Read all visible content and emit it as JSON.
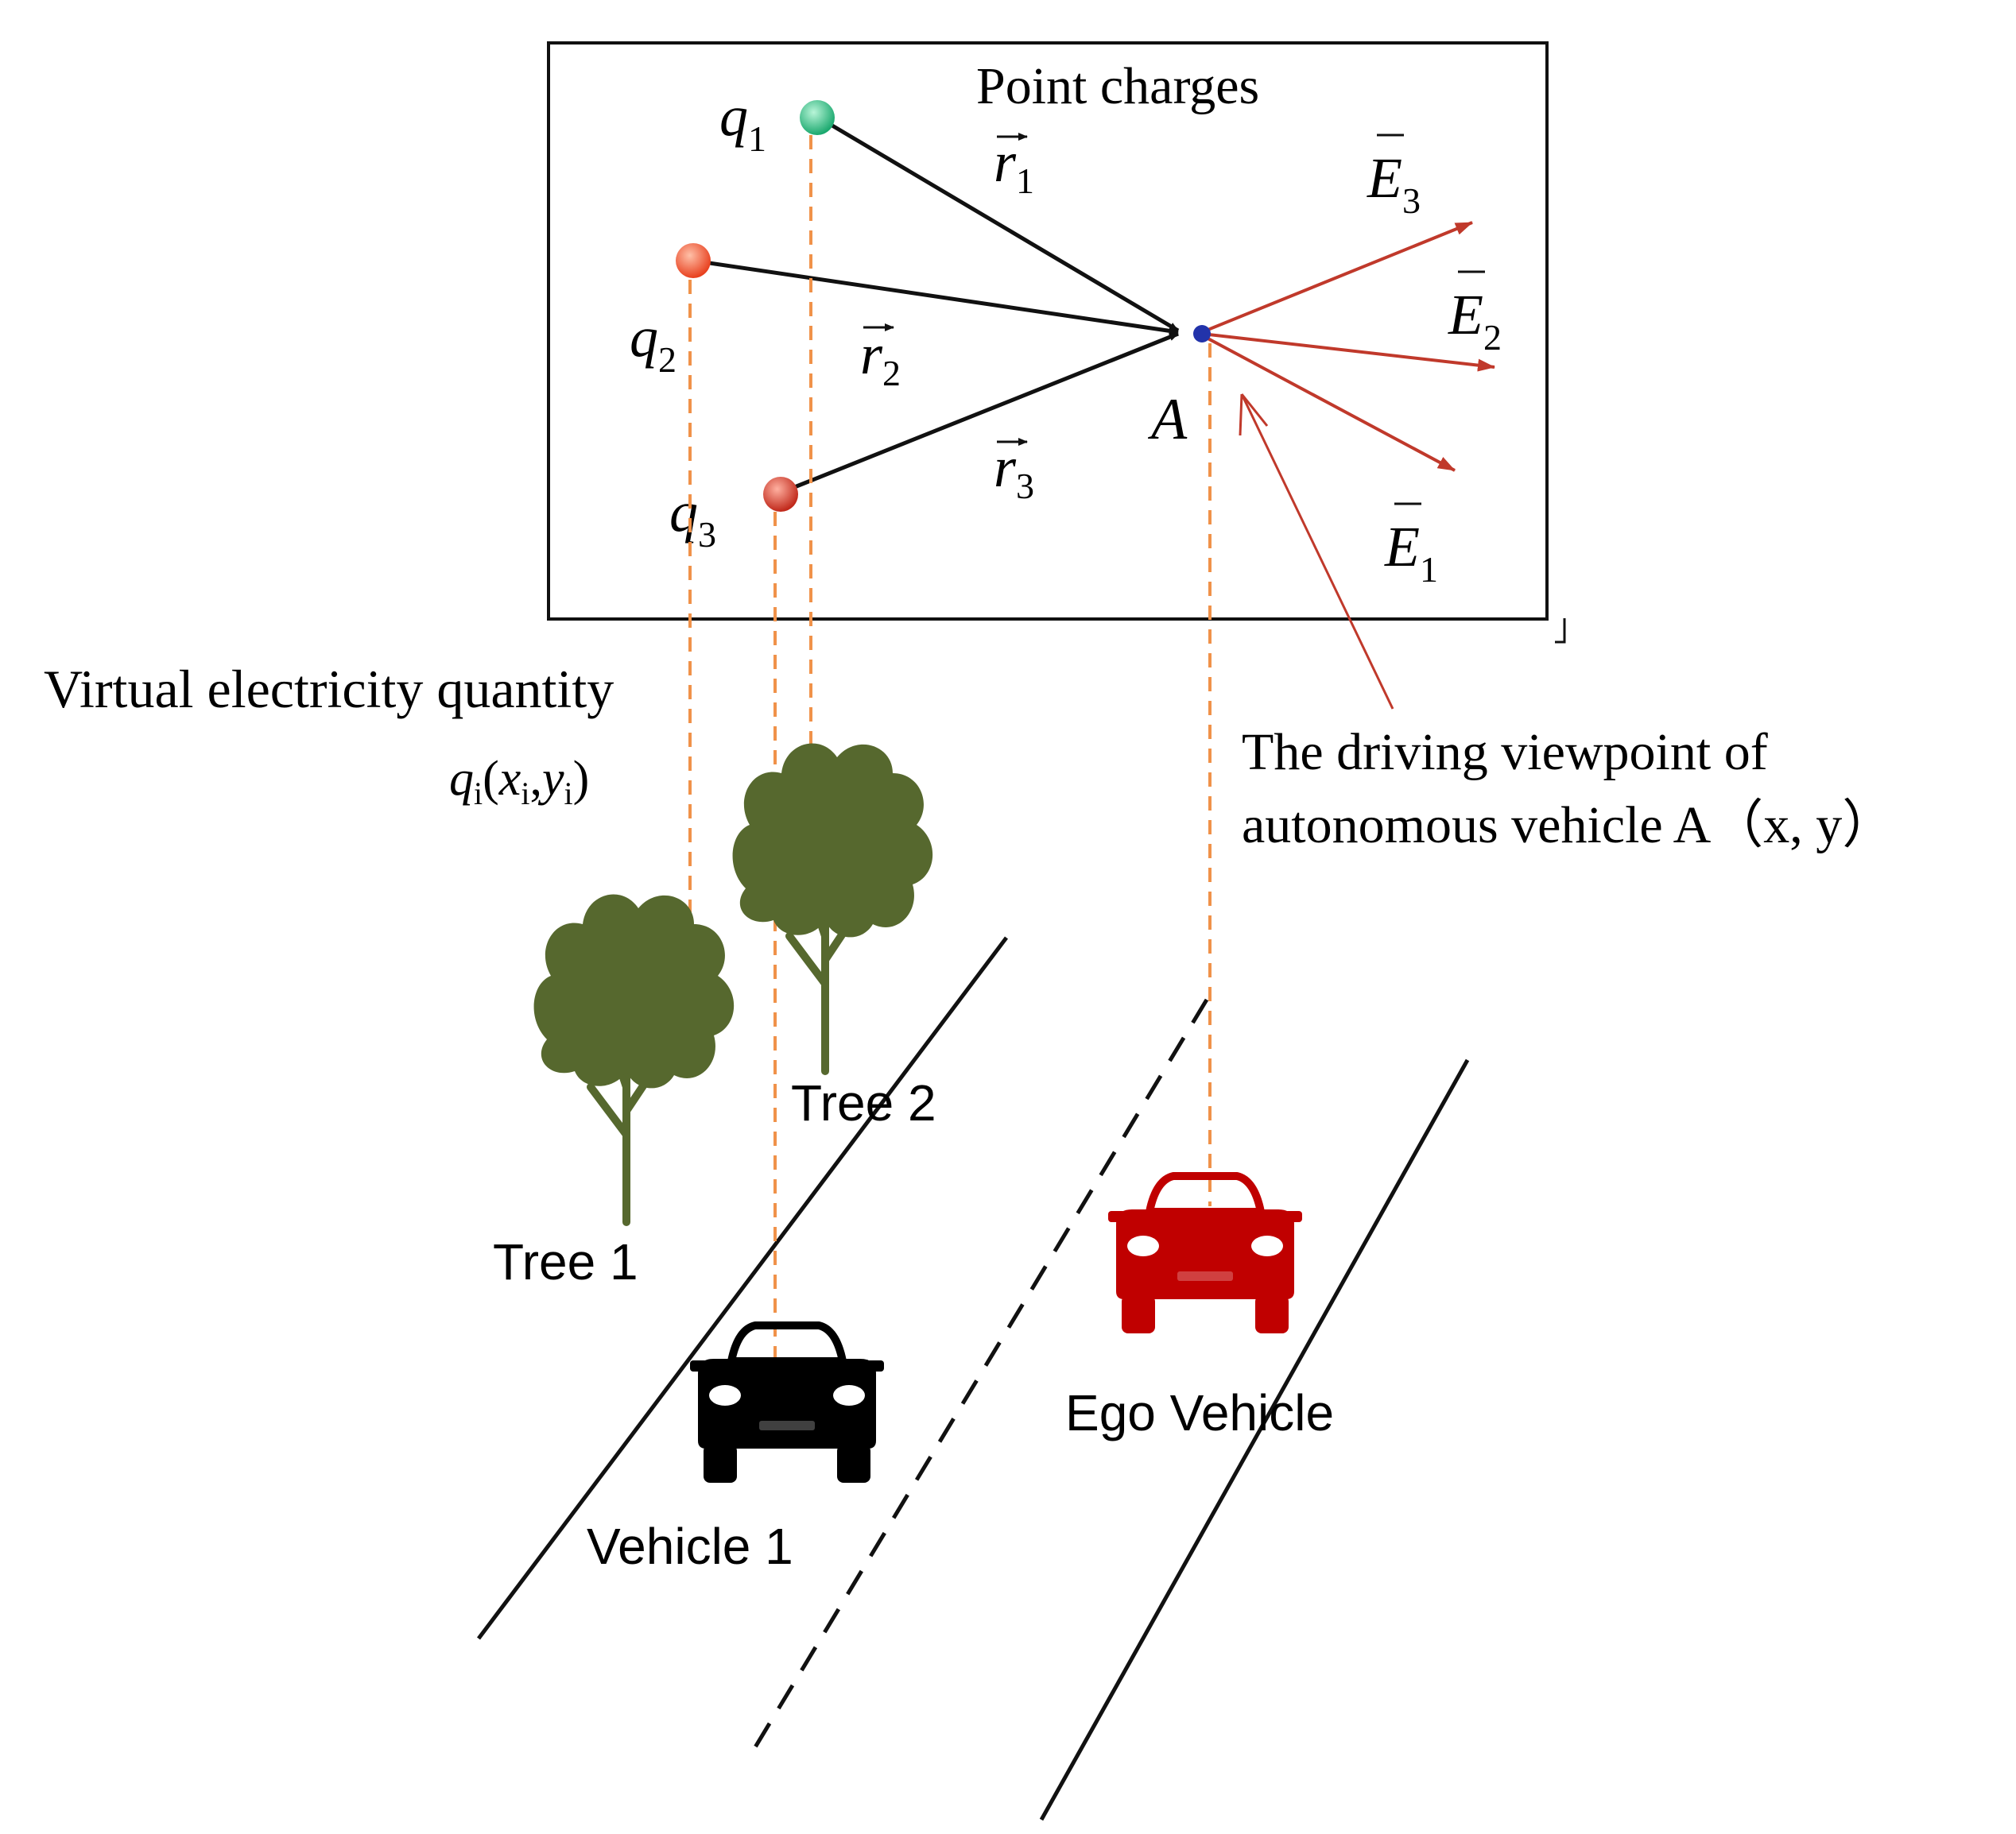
{
  "box": {
    "title": "Point charges"
  },
  "charges": [
    {
      "id": "q1",
      "base": "q",
      "sub": "1",
      "color": "#33c48a"
    },
    {
      "id": "q2",
      "base": "q",
      "sub": "2",
      "color": "#ff5533"
    },
    {
      "id": "q3",
      "base": "q",
      "sub": "3",
      "color": "#e03a2a"
    }
  ],
  "vectors": {
    "r1": {
      "base": "r",
      "sub": "1"
    },
    "r2": {
      "base": "r",
      "sub": "2"
    },
    "r3": {
      "base": "r",
      "sub": "3"
    },
    "e1": {
      "base": "E",
      "sub": "1"
    },
    "e2": {
      "base": "E",
      "sub": "2"
    },
    "e3": {
      "base": "E",
      "sub": "3"
    }
  },
  "point_a": {
    "label": "A",
    "color": "#2233aa"
  },
  "virtual_label": {
    "line1": "Virtual electricity quantity",
    "q": "q",
    "q_sub": "i",
    "open": "(",
    "x": "x",
    "x_sub": "i",
    "comma": ",",
    "y": "y",
    "y_sub": "i",
    "close": ")"
  },
  "viewpoint_label": {
    "line1": "The driving viewpoint of",
    "line2": "autonomous vehicle A（x, y）"
  },
  "objects": {
    "tree1": "Tree 1",
    "tree2": "Tree 2",
    "vehicle1": "Vehicle 1",
    "ego": "Ego Vehicle"
  },
  "colors": {
    "black_line": "#111111",
    "field_arrow": "#c0392b",
    "dashed_projection": "#f0924a",
    "tree": "#56682e",
    "ego_car": "#c00000",
    "vehicle1_car": "#000000"
  }
}
